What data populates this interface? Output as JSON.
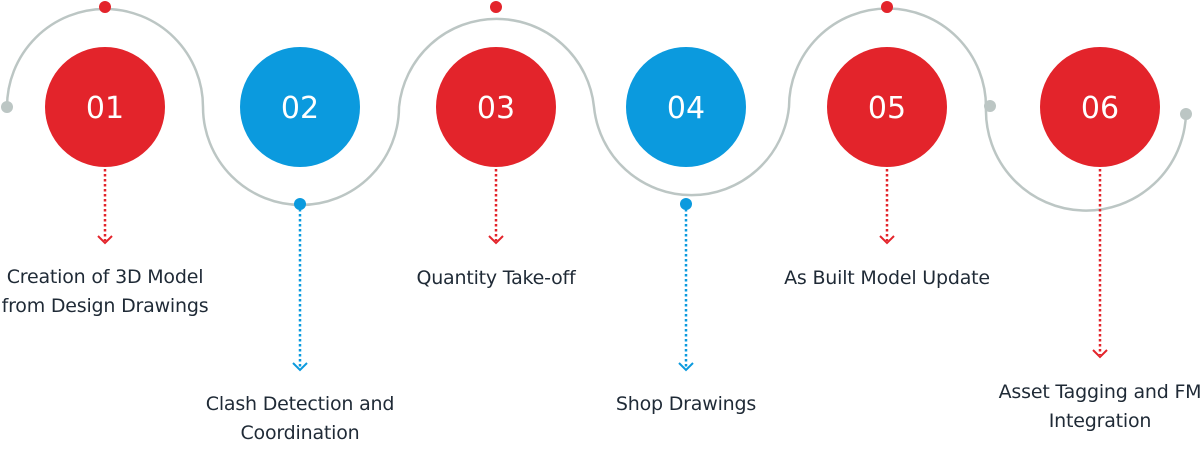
{
  "title": "BIM process steps",
  "colors": {
    "red": "#e3242b",
    "blue": "#0b9ade",
    "path": "#bcc6c4",
    "text": "#1f2a36"
  },
  "steps": [
    {
      "number": "01",
      "label_lines": [
        "Creation of 3D Model",
        "from Design Drawings"
      ],
      "color": "red"
    },
    {
      "number": "02",
      "label_lines": [
        "Clash Detection and",
        "Coordination"
      ],
      "color": "blue"
    },
    {
      "number": "03",
      "label_lines": [
        "Quantity Take-off"
      ],
      "color": "red"
    },
    {
      "number": "04",
      "label_lines": [
        "Shop Drawings"
      ],
      "color": "blue"
    },
    {
      "number": "05",
      "label_lines": [
        "As Built Model Update"
      ],
      "color": "red"
    },
    {
      "number": "06",
      "label_lines": [
        "Asset Tagging and FM",
        "Integration"
      ],
      "color": "red"
    }
  ]
}
